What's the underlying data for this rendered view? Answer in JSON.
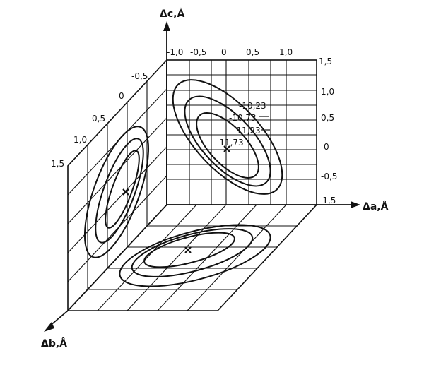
{
  "axes": {
    "c_label": "Δc,Å",
    "a_label": "Δa,Å",
    "b_label": "Δb,Å"
  },
  "ticks": {
    "top": [
      "-1,0",
      "-0,5",
      "0",
      "0,5",
      "1,0",
      "1,5"
    ],
    "right": [
      "1,5",
      "1,0",
      "0,5",
      "0",
      "-0,5",
      "-1,5"
    ],
    "left": [
      "-0,5",
      "0",
      "0,5",
      "1,0",
      "1,5"
    ]
  },
  "contours": {
    "labels": [
      "-10,23",
      "-10,73",
      "-11,23",
      "-11,73"
    ]
  },
  "colors": {
    "ink": "#111111",
    "background": "#ffffff"
  }
}
